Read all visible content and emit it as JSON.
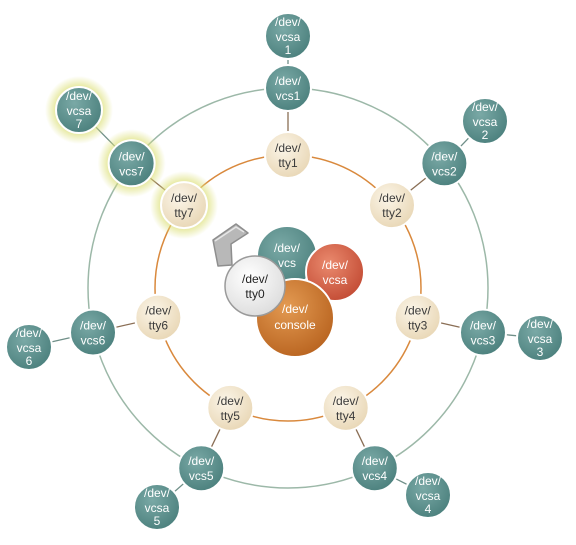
{
  "colors": {
    "inner_ring": "#d9893d",
    "outer_ring": "#9cb8a8",
    "tty_node": "#f1e4cb",
    "tty_text": "#3a3a3a",
    "vcs_node": "#5a8f8c",
    "vcs_text": "#ffffff",
    "highlight": "#dde07a",
    "console_node": "#c9752d",
    "vcsa_center_node": "#d45d45",
    "vcs_center_node": "#5a8f8c",
    "tty0_node": "#ffffff",
    "arrow": "#9a9a9a"
  },
  "center": {
    "vcs": {
      "line1": "/dev/",
      "line2": "vcs"
    },
    "vcsa": {
      "line1": "/dev/",
      "line2": "vcsa"
    },
    "tty0": {
      "line1": "/dev/",
      "line2": "tty0"
    },
    "console": {
      "line1": "/dev/",
      "line2": "console"
    }
  },
  "terminals": [
    {
      "tty": {
        "line1": "/dev/",
        "line2": "tty1"
      },
      "vcs": {
        "line1": "/dev/",
        "line2": "vcs1"
      },
      "vcsa": {
        "line1": "/dev/",
        "line2": "vcsa",
        "line3": "1"
      },
      "highlighted": false
    },
    {
      "tty": {
        "line1": "/dev/",
        "line2": "tty2"
      },
      "vcs": {
        "line1": "/dev/",
        "line2": "vcs2"
      },
      "vcsa": {
        "line1": "/dev/",
        "line2": "vcsa",
        "line3": "2"
      },
      "highlighted": false
    },
    {
      "tty": {
        "line1": "/dev/",
        "line2": "tty3"
      },
      "vcs": {
        "line1": "/dev/",
        "line2": "vcs3"
      },
      "vcsa": {
        "line1": "/dev/",
        "line2": "vcsa",
        "line3": "3"
      },
      "highlighted": false
    },
    {
      "tty": {
        "line1": "/dev/",
        "line2": "tty4"
      },
      "vcs": {
        "line1": "/dev/",
        "line2": "vcs4"
      },
      "vcsa": {
        "line1": "/dev/",
        "line2": "vcsa",
        "line3": "4"
      },
      "highlighted": false
    },
    {
      "tty": {
        "line1": "/dev/",
        "line2": "tty5"
      },
      "vcs": {
        "line1": "/dev/",
        "line2": "vcs5"
      },
      "vcsa": {
        "line1": "/dev/",
        "line2": "vcsa",
        "line3": "5"
      },
      "highlighted": false
    },
    {
      "tty": {
        "line1": "/dev/",
        "line2": "tty6"
      },
      "vcs": {
        "line1": "/dev/",
        "line2": "vcs6"
      },
      "vcsa": {
        "line1": "/dev/",
        "line2": "vcsa",
        "line3": "6"
      },
      "highlighted": false
    },
    {
      "tty": {
        "line1": "/dev/",
        "line2": "tty7"
      },
      "vcs": {
        "line1": "/dev/",
        "line2": "vcs7"
      },
      "vcsa": {
        "line1": "/dev/",
        "line2": "vcsa",
        "line3": "7"
      },
      "highlighted": true
    }
  ]
}
